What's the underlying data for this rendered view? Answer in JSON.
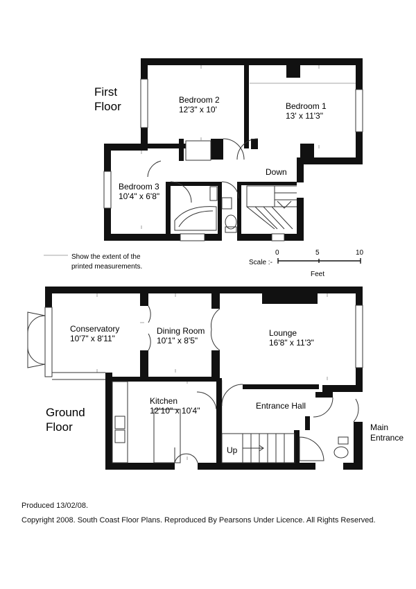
{
  "first_floor": {
    "label_line1": "First",
    "label_line2": "Floor",
    "rooms": [
      {
        "name": "Bedroom 2",
        "size": "12'3\" x 10'"
      },
      {
        "name": "Bedroom 1",
        "size": "13' x 11'3\""
      },
      {
        "name": "Bedroom 3",
        "size": "10'4\" x 6'8\""
      }
    ],
    "stairs_label": "Down"
  },
  "ground_floor": {
    "label_line1": "Ground",
    "label_line2": "Floor",
    "rooms": [
      {
        "name": "Conservatory",
        "size": "10'7\" x 8'11\""
      },
      {
        "name": "Dining Room",
        "size": "10'1\" x 8'5\""
      },
      {
        "name": "Lounge",
        "size": "16'8\" x 11'3\""
      },
      {
        "name": "Kitchen",
        "size": "12'10\" x 10'4\""
      }
    ],
    "entrance_hall": "Entrance Hall",
    "stairs_label": "Up",
    "main_entrance_line1": "Main",
    "main_entrance_line2": "Entrance"
  },
  "legend": {
    "line1": "Show the extent of the",
    "line2": "printed measurements."
  },
  "scale": {
    "label": "Scale :-",
    "ticks": [
      "0",
      "5",
      "10"
    ],
    "unit": "Feet"
  },
  "footer": {
    "produced": "Produced 13/02/08.",
    "copyright": "Copyright 2008. South Coast Floor Plans. Reproduced By Pearsons Under Licence. All Rights Reserved."
  }
}
